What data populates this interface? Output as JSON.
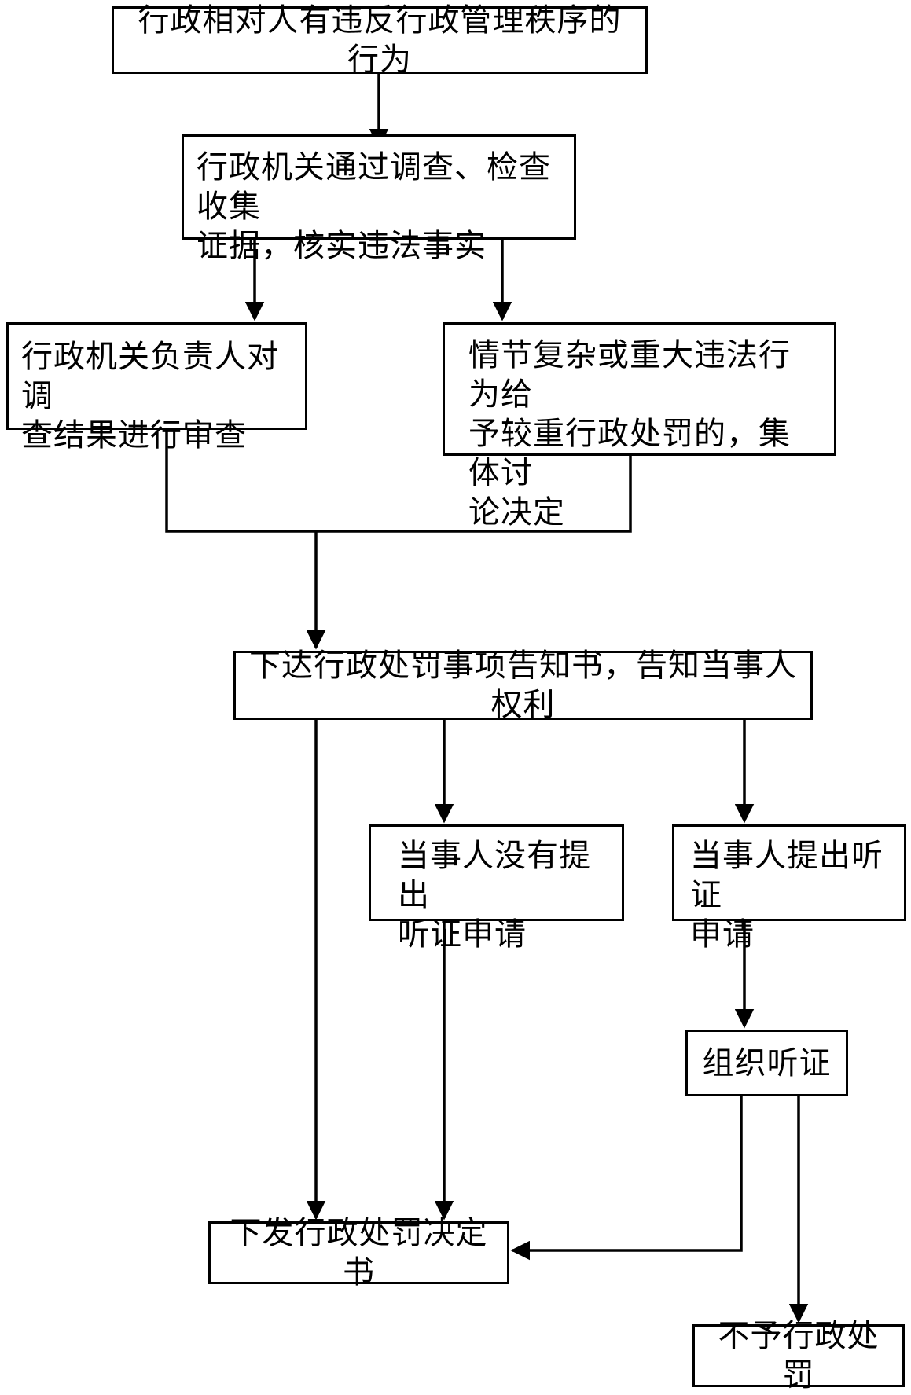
{
  "nodes": {
    "n1": {
      "text": "行政相对人有违反行政管理秩序的行为"
    },
    "n2": {
      "text": "行政机关通过调查、检查收集\n证据，核实违法事实"
    },
    "n3": {
      "text": "行政机关负责人对调\n查结果进行审查"
    },
    "n4": {
      "text": "情节复杂或重大违法行为给\n予较重行政处罚的，集体讨\n论决定"
    },
    "n5": {
      "text": "下达行政处罚事项告知书，告知当事人权利"
    },
    "n6": {
      "text": "当事人没有提出\n听证申请"
    },
    "n7": {
      "text": "当事人提出听证\n申请"
    },
    "n8": {
      "text": "组织听证"
    },
    "n9": {
      "text": "下发行政处罚决定书"
    },
    "n10": {
      "text": "不予行政处罚"
    }
  }
}
